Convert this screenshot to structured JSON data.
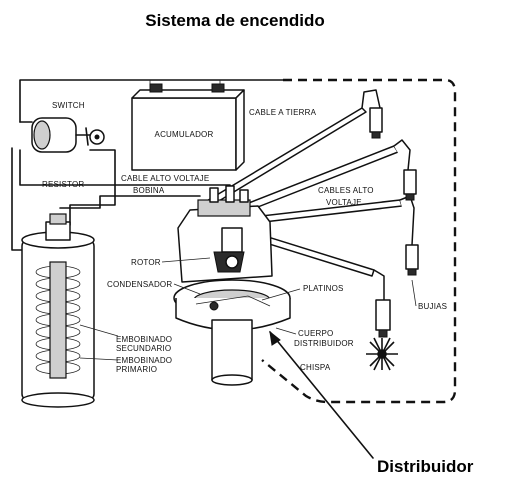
{
  "title": "Sistema de encendido",
  "labels": {
    "switch": "SWITCH",
    "acumulador": "ACUMULADOR",
    "cable_a_tierra": "CABLE A TIERRA",
    "resistor": "RESISTOR",
    "cable_alto_voltaje_bobina": "CABLE ALTO VOLTAJE",
    "bobina": "BOBINA",
    "cables_alto_voltaje": "CABLES ALTO",
    "cables_alto_voltaje_2": "VOLTAJE",
    "rotor": "ROTOR",
    "condensador": "CONDENSADOR",
    "platinos": "PLATINOS",
    "bujias": "BUJIAS",
    "cuerpo_distribuidor": "CUERPO",
    "cuerpo_distribuidor_2": "DISTRIBUIDOR",
    "embobinado_secundario": "EMBOBINADO",
    "embobinado_secundario_2": "SECUNDARIO",
    "embobinado_primario": "EMBOBINADO",
    "embobinado_primario_2": "PRIMARIO",
    "chispa": "CHISPA"
  },
  "callout": "Distribuidor"
}
